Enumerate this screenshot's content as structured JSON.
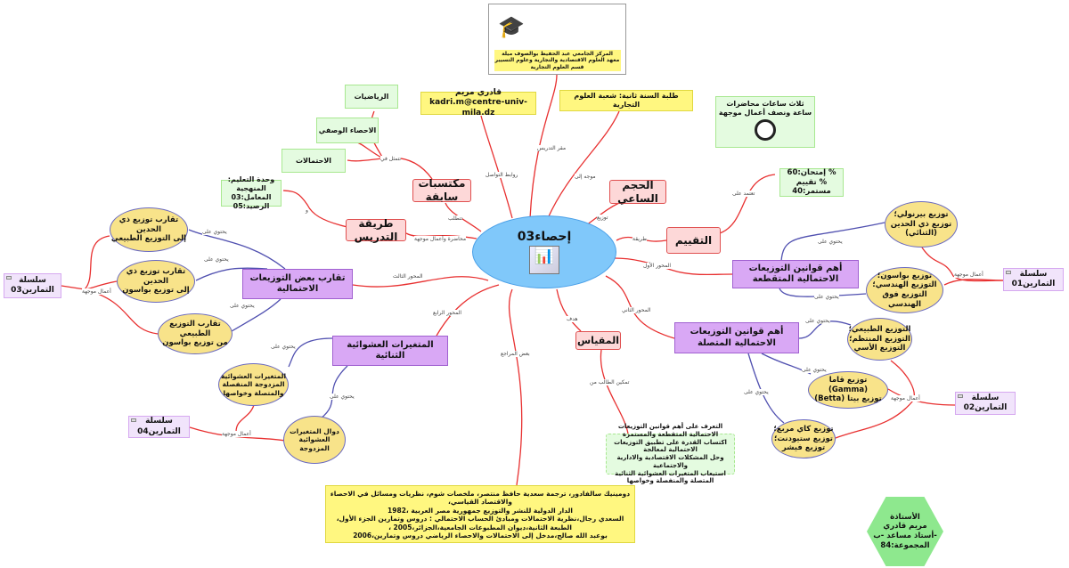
{
  "center": {
    "title": "إحصاء03",
    "icon": "statistics-chart-icon"
  },
  "header": {
    "institution": [
      "المركز الجامعي عبد الحفيظ بوالصوف ميلة",
      "معهد العلوم الاقتصادية والتجارية وعلوم التسيير",
      "قسم العلوم التجارية"
    ],
    "contact_name": "قادري مريم",
    "contact_email": "kadri.m@centre-univ-mila.dz",
    "students": "طلبة السنة ثانية: شعبة العلوم التجارية",
    "hours": [
      "ثلاث ساعات  محاضرات",
      "ساعة ونصف أعمال موجهة"
    ]
  },
  "nodes": {
    "prior": "مكتسبات سابقة",
    "math": "الرياضيات",
    "descriptive": "الاحصاء الوصفي",
    "probability": "الاحتمالات",
    "teaching": "طريقة التدريس",
    "unit": [
      "وحدة التعليم: المنهجية",
      "المعامل:03",
      "الرصيد:05"
    ],
    "hours_node": "الحجم الساعي",
    "evaluation": "التقييم",
    "exam": [
      "%  إمتحان:60",
      "%  تقييم مستمر:40"
    ],
    "discrete": "أهم قوانين التوزيعات الاحتمالية المتقطعة",
    "discrete_a": [
      "توزيع بيرنولي؛",
      "توزيع ذي الحدين",
      "(الثنائي)"
    ],
    "discrete_b": [
      "توزيع بواسون؛",
      "التوزيع الهندسي؛",
      "التوزيع فوق الهندسي"
    ],
    "continuous": "أهم قوانين التوزيعات الاحتمالية المتصلة",
    "cont_a": [
      "التوزيع الطبيعي؛",
      "التوزيع المنتظم؛",
      "التوزيع الأسي"
    ],
    "cont_b": [
      "توزيع قاما (Gamma)",
      "توزيع بيتا (Betta)"
    ],
    "cont_c": [
      "توزيع كاي مربع؛",
      "توزيع ستيودنت؛",
      "توزيع فيشر"
    ],
    "approx": "تقارب بعض التوزيعات الاحتمالية",
    "approx_a": [
      "تقارب توزيع ذي الحدين",
      "إلى التوزيع الطبيعي"
    ],
    "approx_b": [
      "تقارب توزيع ذي الحدين",
      "إلى توزيع بواسون"
    ],
    "approx_c": [
      "تقارب التوزيع الطبيعي",
      "من توزيع بواسون"
    ],
    "bivariate": "المتغيرات العشوائية الثنائية",
    "biv_a": [
      "المتغيرات العشوائية",
      "المزدوجة المنفصلة",
      "والمتصلة وخواصها"
    ],
    "biv_b": [
      "دوال المتغيرات",
      "العشوائية",
      "المزدوجة"
    ],
    "scale": "المقياس",
    "goals": [
      "التعرف على أهم قوانين التوزيعات الاحتمالية المتقطعة والمستمرة",
      "اكتساب  القدرة على تطبيق التوزيعات الاحتمالية لمعالجة",
      "وحل المشكلات الاقتصادية والادارية والاجتماعية",
      "استيعاب المتغيرات العشوائية الثنائية المتصلة والمنفصلة وخواصها"
    ],
    "series01": "سلسلة التمارين01",
    "series02": "سلسلة التمارين02",
    "series03": "سلسلة التمارين03",
    "series04": "سلسلة التمارين04",
    "references": [
      "دومينيك سالفادور، ترجمة سعدية حافظ منتصر، ملخصات شوم، نظريات ومسائل في الاحصاء والاقتصاد القياسي،",
      "الدار الدولية للنشر والتوزيع جمهورية مصر العربية ،1982",
      "السعدي رجال،نظرية الاحتمالات ومبادئ الحساب الاحتمالي : دروس وتمارين الجزء الأول،",
      "الطبعة الثانية،ديوان المطبوعات الجامعية،الجزائر،2005 ،",
      "بوعبد الله صالح،مدخل إلى الاحتمالات والاحصاء الرياضي دروس وتمارين،2006"
    ],
    "teacher": [
      "الأستاذة",
      "مريم قادري",
      "-أستاذ مساعد -ب",
      "المجموعة:84"
    ]
  },
  "edge_labels": {
    "place": "مقر التدريس",
    "contact": "روابط التواصل",
    "directed": "موجه إلى",
    "distribution": "توزيع",
    "requires": "تتطلب",
    "consists": "تتمثل في",
    "and": "و",
    "lecture": "محاضرة وأعمال موجهة",
    "method": "طريقة",
    "relies": "تعتمد على",
    "axis1": "المحور الأول",
    "axis2": "المحور الثاني",
    "axis3": "المحور الثالث",
    "axis4": "المحور الرابع",
    "goal": "هدف",
    "enable": "تمكين الطالب من",
    "refs": "بعض المراجع",
    "contains": "يحتوي على",
    "tutorials": "أعمال موجهة"
  }
}
